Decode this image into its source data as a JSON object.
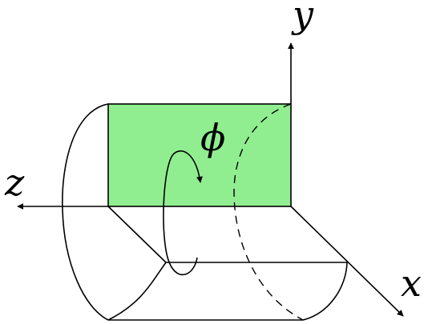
{
  "labels": {
    "y_axis": "y",
    "z_axis": "z",
    "x_axis": "x",
    "angle": "ϕ"
  },
  "colors": {
    "plane_fill": "#90EE90",
    "stroke": "#000000",
    "background": "#ffffff"
  }
}
